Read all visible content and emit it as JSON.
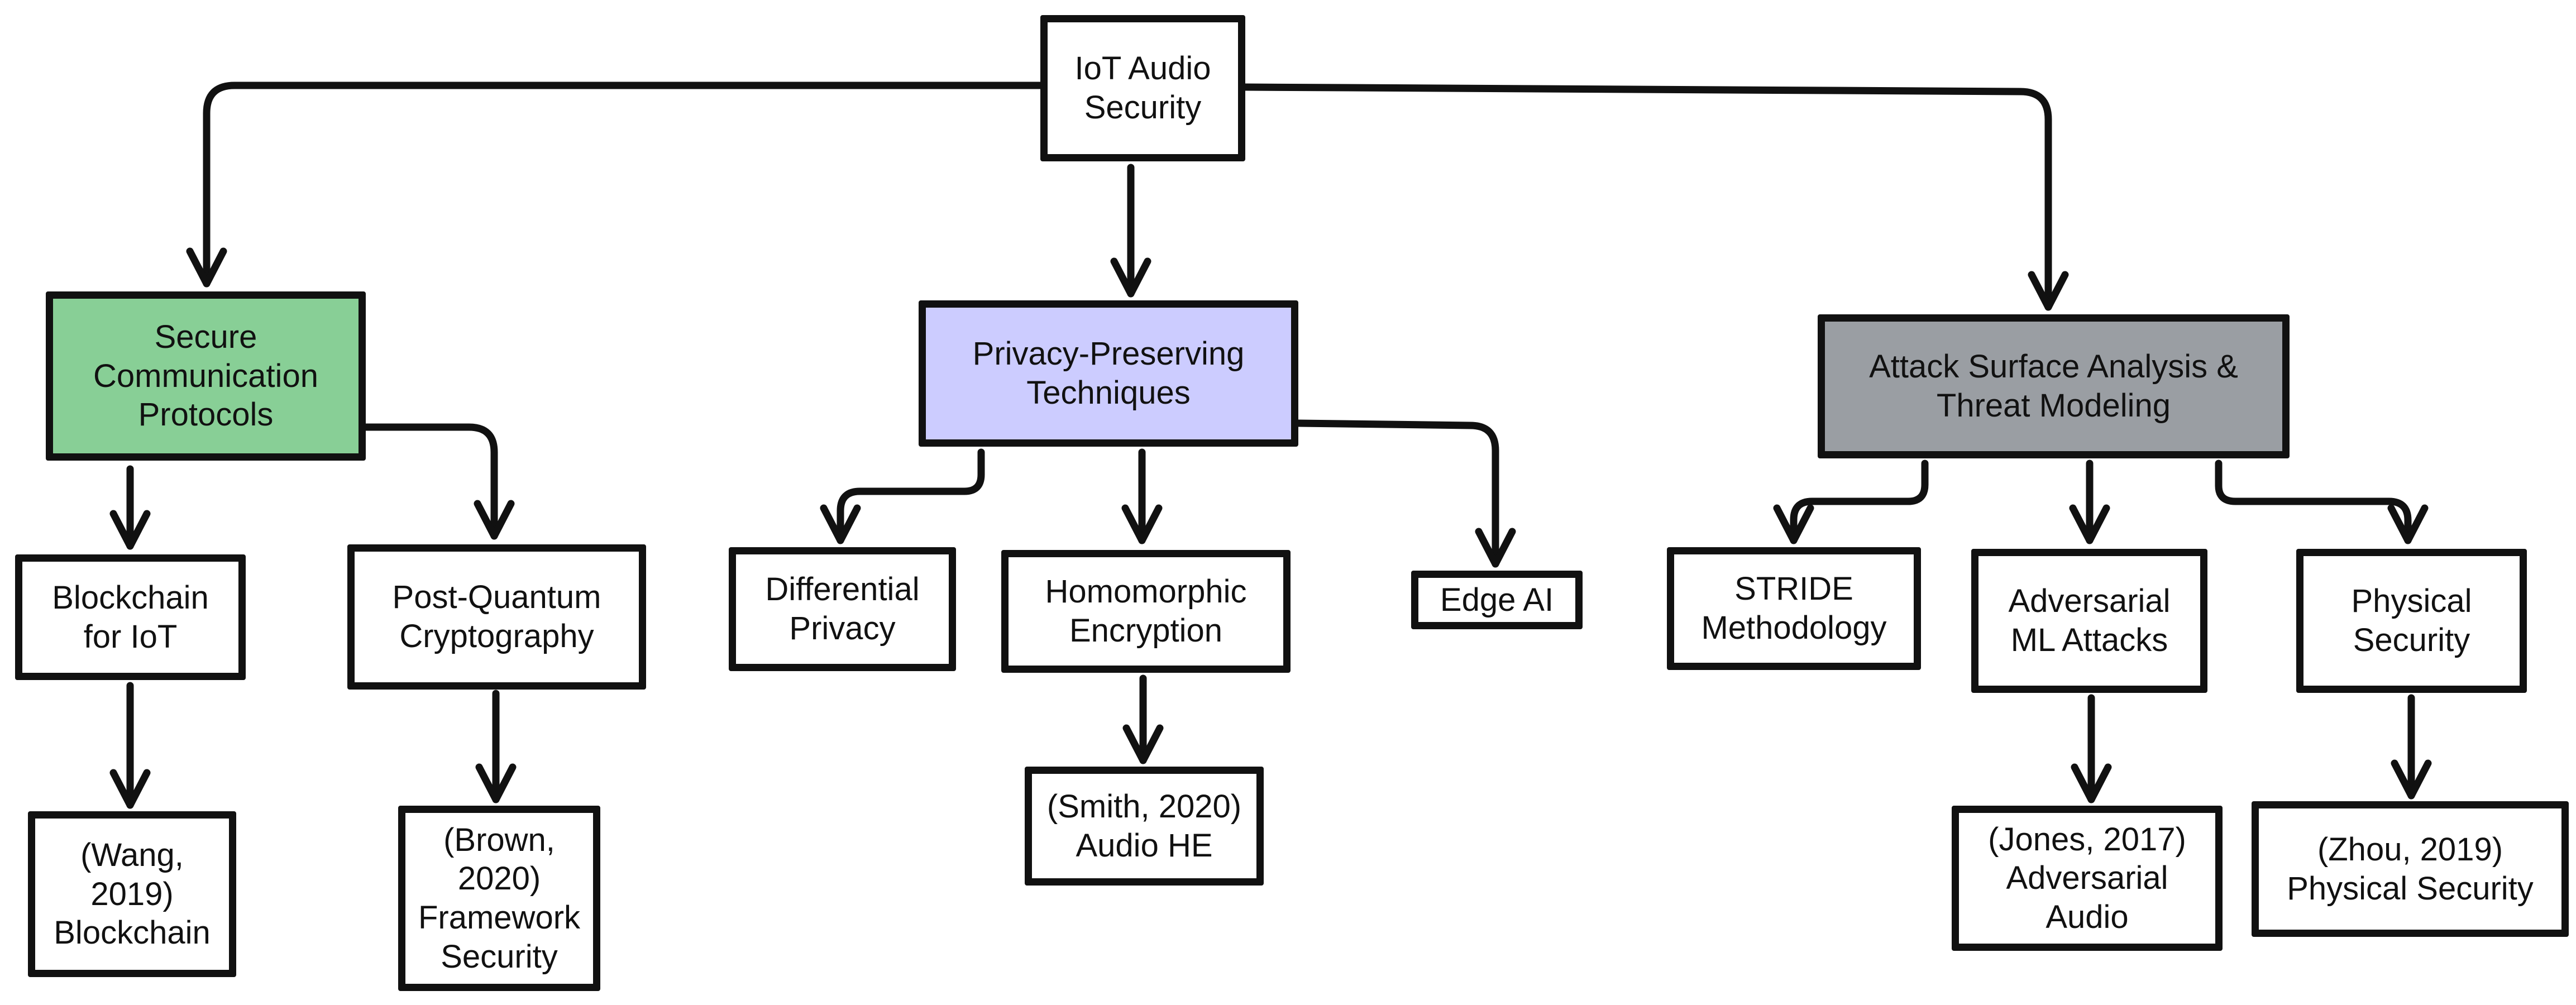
{
  "colors": {
    "stroke": "#111111",
    "secure_fill": "#88cf96",
    "privacy_fill": "#ccccff",
    "attack_fill": "#9a9ea3",
    "default_fill": "#ffffff"
  },
  "nodes": {
    "root": "IoT Audio\nSecurity",
    "secure": "Secure\nCommunication\nProtocols",
    "privacy": "Privacy-Preserving\nTechniques",
    "attack": "Attack Surface Analysis &\nThreat Modeling",
    "blockchain": "Blockchain\nfor IoT",
    "postquantum": "Post-Quantum\nCryptography",
    "differential": "Differential\nPrivacy",
    "homomorphic": "Homomorphic\nEncryption",
    "edgeai": "Edge AI",
    "stride": "STRIDE\nMethodology",
    "adversarial": "Adversarial\nML Attacks",
    "physical": "Physical\nSecurity",
    "wang": "(Wang,\n2019)\nBlockchain",
    "brown": "(Brown,\n2020)\nFramework\nSecurity",
    "smith": "(Smith, 2020)\nAudio HE",
    "jones": "(Jones, 2017)\nAdversarial\nAudio",
    "zhou": "(Zhou, 2019)\nPhysical Security"
  }
}
